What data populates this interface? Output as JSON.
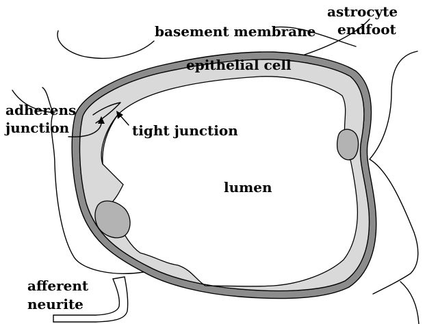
{
  "labels": {
    "astrocyte_line1": "astrocyte",
    "astrocyte_line2": "endfoot",
    "basement_membrane": "basement membrane",
    "epithelial_cell": "epithelial cell",
    "adherens_line1": "adherens",
    "adherens_line2": "junction",
    "tight_junction": "tight junction",
    "lumen": "lumen",
    "afferent_line1": "afferent",
    "afferent_line2": "neurite"
  },
  "colors": {
    "basement_membrane": "#8c8c8c",
    "epithelial_cell": "#d9d9d9",
    "nucleus": "#b3b3b3",
    "outline": "#000000"
  }
}
